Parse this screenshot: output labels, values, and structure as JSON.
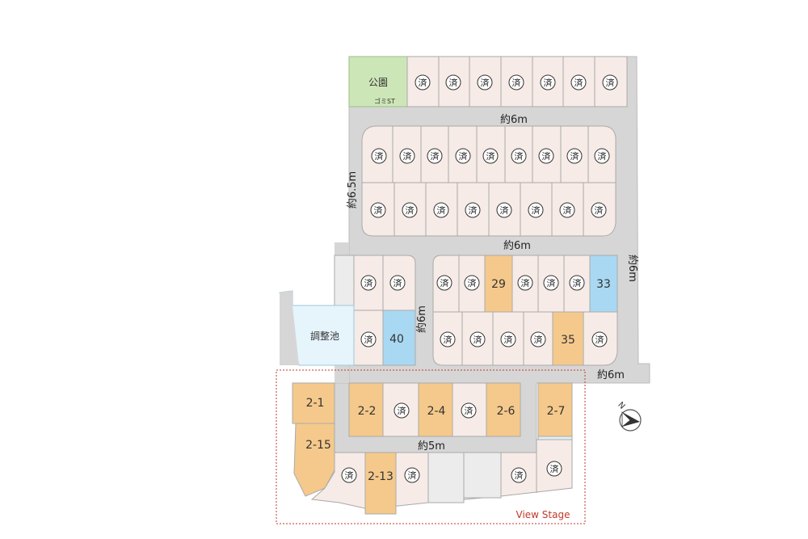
{
  "colors": {
    "road": "#d6d6d6",
    "road_edge": "#bcbcbc",
    "sold_lot": "#f6ebe6",
    "available_lot": "#f5c98b",
    "blue_lot": "#a9d8f2",
    "park": "#cde6b7",
    "pond": "#e6f4fb",
    "grey_lot": "#ececec",
    "view_stage": "#c0392b",
    "stroke": "#888888"
  },
  "sold_mark": "済",
  "park": {
    "label": "公園",
    "sub": "ゴミST"
  },
  "pond": {
    "label": "調整池"
  },
  "roads": {
    "top_road": "約6m",
    "left_road": "約6.5m",
    "middle_road": "約6m",
    "right_road": "約6m",
    "center_road": "約6m",
    "bottom_road": "約6m",
    "lower_road": "約5m"
  },
  "lots": {
    "lot_29": "29",
    "lot_33": "33",
    "lot_35": "35",
    "lot_40": "40",
    "lot_2_1": "2-1",
    "lot_2_2": "2-2",
    "lot_2_4": "2-4",
    "lot_2_6": "2-6",
    "lot_2_7": "2-7",
    "lot_2_13": "2-13",
    "lot_2_15": "2-15"
  },
  "compass": {
    "label": "N",
    "icon": "north-arrow-icon"
  },
  "view_stage": {
    "label": "View Stage"
  }
}
